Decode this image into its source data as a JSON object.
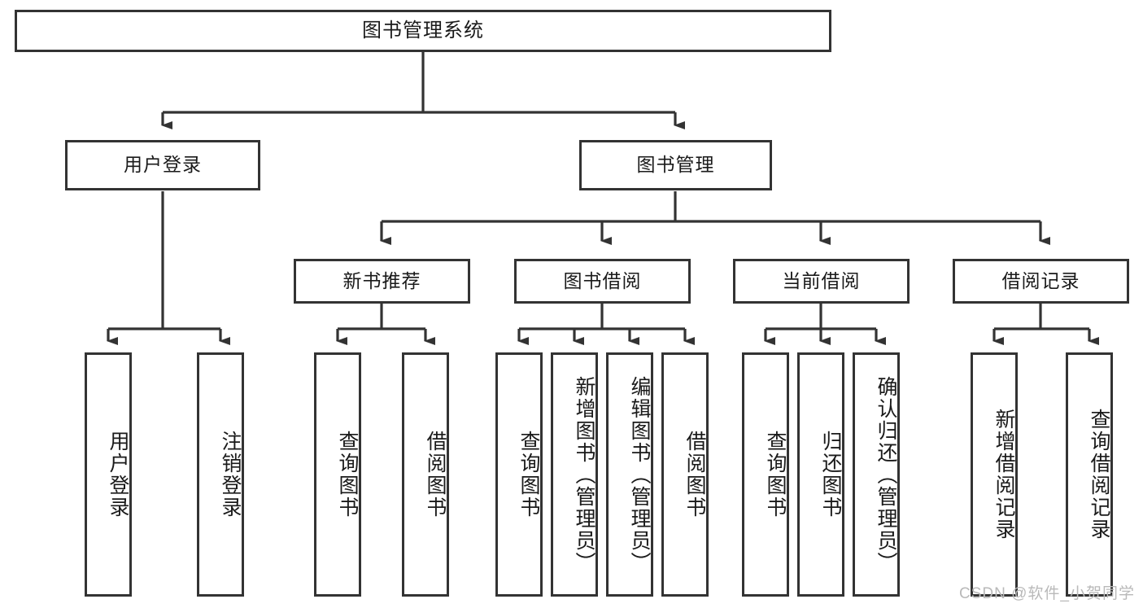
{
  "diagram": {
    "type": "tree-hierarchy-chart",
    "title": "图书管理系统",
    "line_color": "#333333",
    "box_fill": "#ffffff",
    "watermark": "CSDN @软件_小贺同学"
  },
  "nodes": {
    "root": {
      "label": "图书管理系统"
    },
    "level2": [
      {
        "id": "user-login",
        "label": "用户登录"
      },
      {
        "id": "book-management",
        "label": "图书管理"
      }
    ],
    "level3": [
      {
        "id": "new-book-recommend",
        "label": "新书推荐"
      },
      {
        "id": "book-borrow",
        "label": "图书借阅"
      },
      {
        "id": "current-borrow",
        "label": "当前借阅"
      },
      {
        "id": "borrow-record",
        "label": "借阅记录"
      }
    ],
    "leaves": {
      "user_login": [
        {
          "id": "leaf-user-login",
          "label": "用户登录"
        },
        {
          "id": "leaf-logout-login",
          "label": "注销登录"
        }
      ],
      "new_book_recommend": [
        {
          "id": "leaf-query-book-1",
          "label": "查询图书"
        },
        {
          "id": "leaf-borrow-book-1",
          "label": "借阅图书"
        }
      ],
      "book_borrow": [
        {
          "id": "leaf-query-book-2",
          "label": "查询图书"
        },
        {
          "id": "leaf-add-book",
          "label": "新增图书（管理员）"
        },
        {
          "id": "leaf-edit-book",
          "label": "编辑图书（管理员）"
        },
        {
          "id": "leaf-borrow-book-2",
          "label": "借阅图书"
        }
      ],
      "current_borrow": [
        {
          "id": "leaf-query-book-3",
          "label": "查询图书"
        },
        {
          "id": "leaf-return-book",
          "label": "归还图书"
        },
        {
          "id": "leaf-confirm-return",
          "label": "确认归还（管理员）"
        }
      ],
      "borrow_record": [
        {
          "id": "leaf-add-record",
          "label": "新增借阅记录"
        },
        {
          "id": "leaf-query-record",
          "label": "查询借阅记录"
        }
      ]
    }
  }
}
